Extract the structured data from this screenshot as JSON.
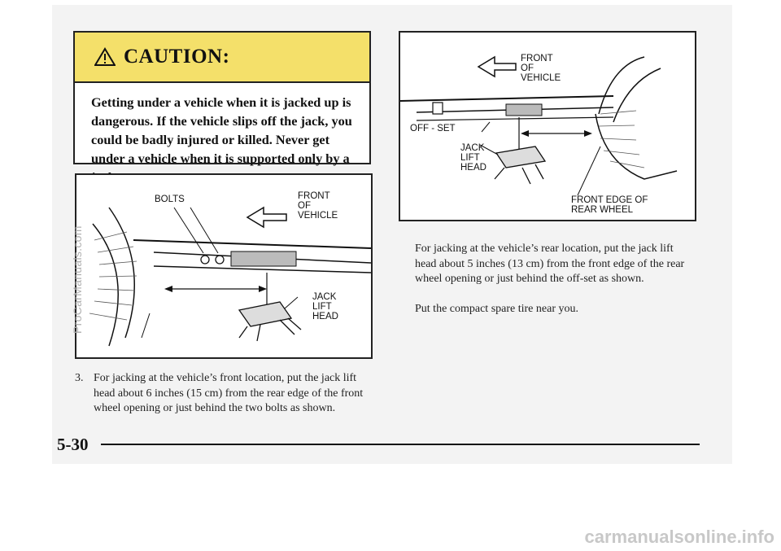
{
  "caution": {
    "title": "CAUTION:",
    "body": "Getting under a vehicle when it is jacked up is dangerous. If the vehicle slips off the jack, you could be badly injured or killed. Never get under a vehicle when it is supported only by a jack."
  },
  "figure_front": {
    "bolts": "BOLTS",
    "front_of_vehicle": "FRONT\nOF\nVEHICLE",
    "jack_lift_head": "JACK\nLIFT\nHEAD"
  },
  "figure_rear": {
    "front_of_vehicle": "FRONT\nOF\nVEHICLE",
    "off_set": "OFF - SET",
    "jack_lift_head": "JACK\nLIFT\nHEAD",
    "front_edge_rear_wheel": "FRONT EDGE OF\nREAR WHEEL"
  },
  "step": {
    "number": "3.",
    "text": "For jacking at the vehicle’s front location, put the jack lift head about 6 inches (15 cm) from the rear edge of the front wheel opening or just behind the two bolts as shown."
  },
  "right_text": {
    "para1": "For jacking at the vehicle’s rear location, put the jack lift head about 5 inches (13 cm) from the front edge of the rear wheel opening or just behind the off-set as shown.",
    "para2": "Put the compact spare tire near you."
  },
  "footer": {
    "page_number": "5-30"
  },
  "watermark": "ProCarManuals.com",
  "site_mark": "carmanualsonline.info",
  "colors": {
    "caution_bg": "#f4e06a",
    "page_bg": "#f3f3f3"
  }
}
